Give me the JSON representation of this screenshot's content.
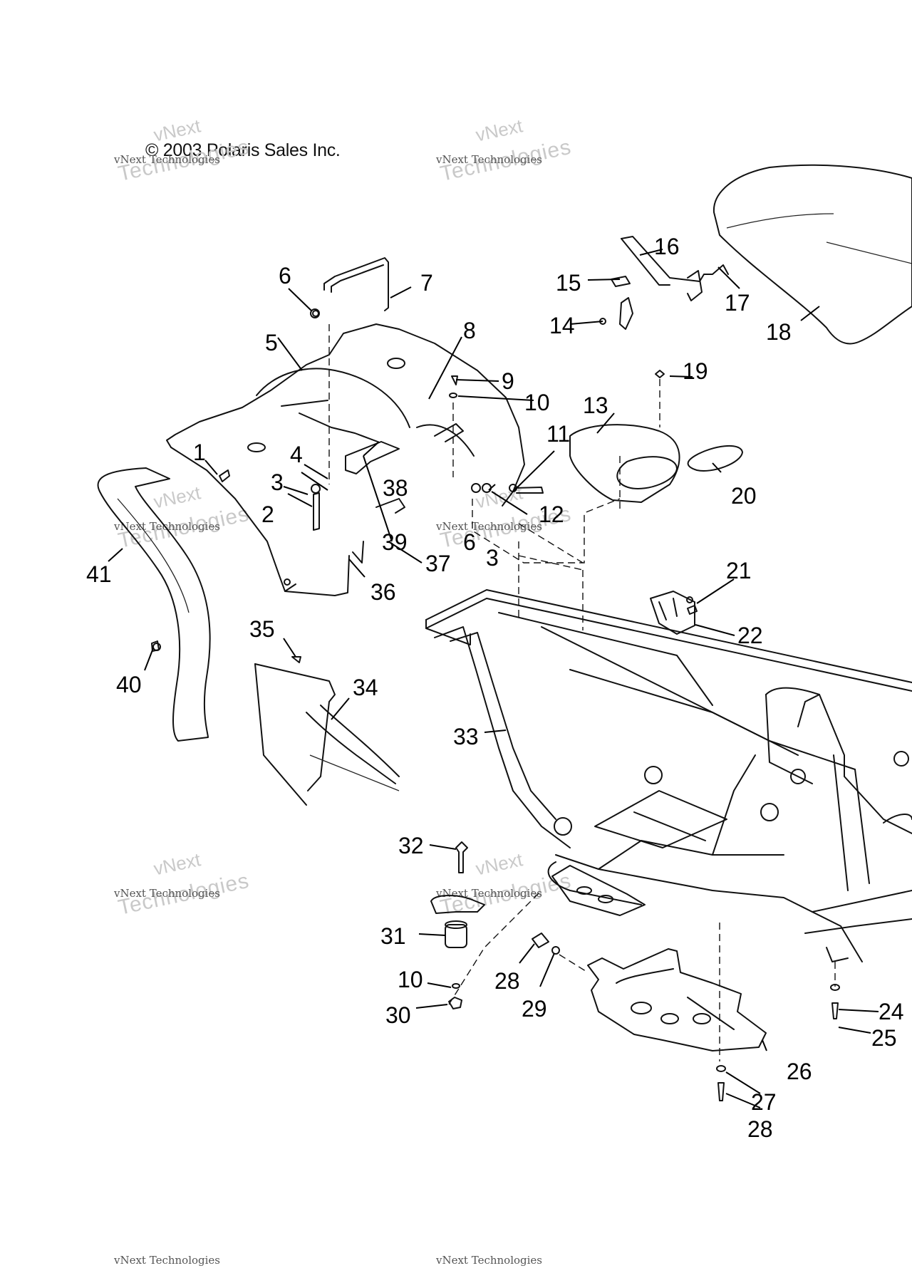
{
  "copyright": "© 2003 Polaris Sales Inc.",
  "watermark": {
    "line1": "vNext Technologies",
    "line2": "Technologies",
    "line3": "vNext"
  },
  "callouts": [
    "1",
    "2",
    "3",
    "3",
    "4",
    "5",
    "6",
    "6",
    "7",
    "8",
    "9",
    "10",
    "10",
    "11",
    "12",
    "13",
    "14",
    "15",
    "16",
    "17",
    "18",
    "19",
    "20",
    "21",
    "22",
    "24",
    "25",
    "26",
    "27",
    "28",
    "28",
    "29",
    "30",
    "31",
    "32",
    "33",
    "34",
    "35",
    "36",
    "37",
    "38",
    "39",
    "40",
    "41"
  ]
}
